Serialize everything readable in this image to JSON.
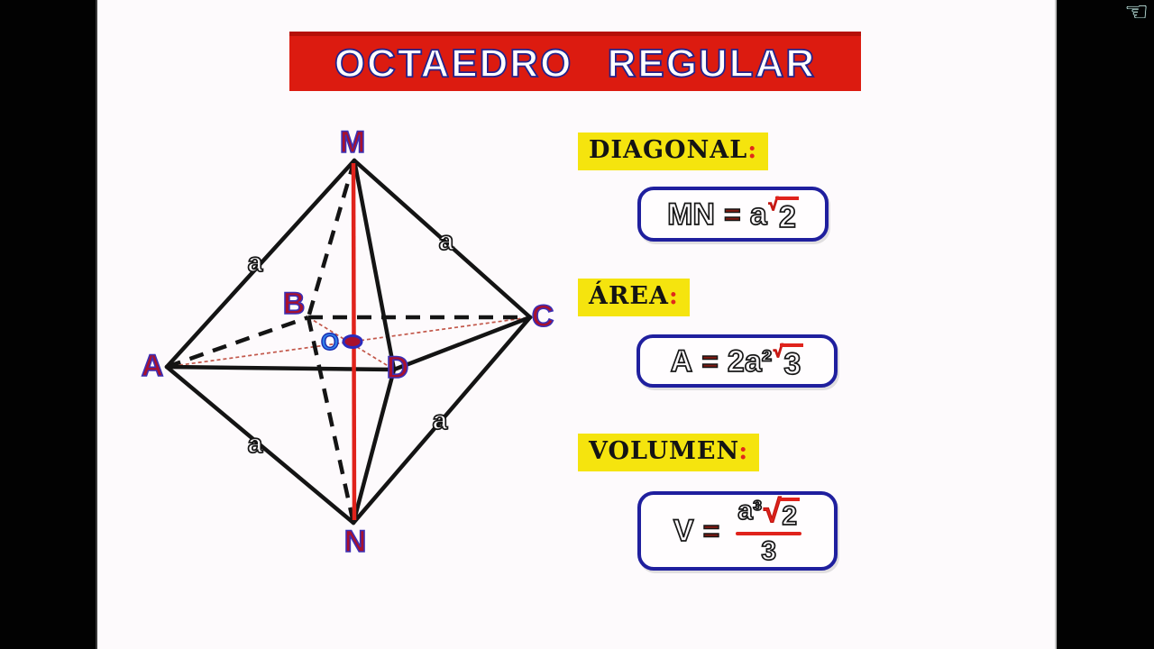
{
  "title": "OCTAEDRO REGULAR",
  "watermark_icon": "☜",
  "diagram": {
    "vertex_labels": {
      "top": "M",
      "bottom": "N",
      "left": "A",
      "back": "B",
      "right": "C",
      "front": "D",
      "center": "O"
    },
    "edge_labels": [
      "a",
      "a",
      "a",
      "a"
    ]
  },
  "sections": {
    "diagonal": {
      "heading": "DIAGONAL",
      "colon": ":",
      "formula": {
        "lhs": "MN",
        "eq": "=",
        "pre": "a",
        "sqrt_sign": "√",
        "radicand": "2"
      }
    },
    "area": {
      "heading": "ÁREA",
      "colon": ":",
      "formula": {
        "lhs": "A",
        "eq": "=",
        "pre": "2a²",
        "sqrt_sign": "√",
        "radicand": "3"
      }
    },
    "volumen": {
      "heading": "VOLUMEN",
      "colon": ":",
      "formula": {
        "lhs": "V",
        "eq": "=",
        "numerator_pre": "a³",
        "sqrt_sign": "√",
        "radicand": "2",
        "denominator": "3"
      }
    }
  },
  "colors": {
    "title_background": "#dc1b10",
    "title_text": "#ffffff",
    "title_outline": "#23238c",
    "heading_background": "#f5e40e",
    "heading_text": "#141414",
    "heading_colon": "#e02a1a",
    "formula_box_border": "#1f1f9e",
    "radical_red": "#e0231c",
    "axis_line_red": "#e0231c",
    "edge_black": "#141414",
    "base_diagonal_red": "#c2574a",
    "vertex_label_fill": "#a8112e",
    "vertex_label_outline": "#3b2fb5",
    "center_label_blue": "#2f7fe8",
    "letterbox_black": "#020202"
  }
}
